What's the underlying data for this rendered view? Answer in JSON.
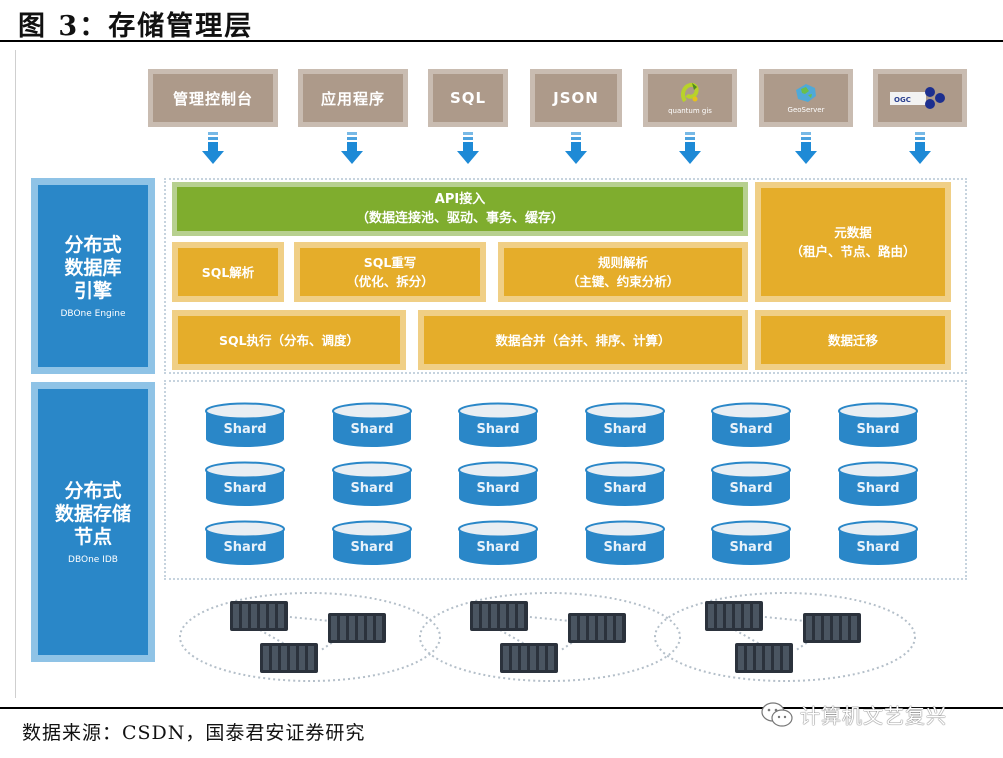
{
  "figure": {
    "title_prefix": "图 ",
    "title_number": "3",
    "title_text": "：存储管理层"
  },
  "clients": [
    {
      "label": "管理控制台",
      "icon": null
    },
    {
      "label": "应用程序",
      "icon": null
    },
    {
      "label": "SQL",
      "icon": null
    },
    {
      "label": "JSON",
      "icon": null
    },
    {
      "label": "quantum gis",
      "icon": "qgis-logo-icon"
    },
    {
      "label": "GeoServer",
      "icon": "geoserver-globe-icon"
    },
    {
      "label": "",
      "icon": "ogc-logo-icon"
    }
  ],
  "engine": {
    "side_label_lines": [
      "分布式",
      "数据库",
      "引擎"
    ],
    "side_label_en": "DBOne Engine",
    "api": {
      "title": "API接入",
      "detail": "（数据连接池、驱动、事务、缓存）"
    },
    "sql_parse": "SQL解析",
    "sql_rewrite": {
      "title": "SQL重写",
      "detail": "（优化、拆分）"
    },
    "rule_parse": {
      "title": "规则解析",
      "detail": "（主键、约束分析）"
    },
    "sql_exec": "SQL执行（分布、调度）",
    "data_merge": "数据合并（合并、排序、计算）",
    "metadata": {
      "title": "元数据",
      "detail": "（租户、节点、路由）"
    },
    "data_migration": "数据迁移"
  },
  "storage": {
    "side_label_lines": [
      "分布式",
      "数据存储",
      "节点"
    ],
    "side_label_en": "DBOne IDB",
    "shard_label": "Shard",
    "rows": 3,
    "cols": 6
  },
  "clusters": {
    "count": 3,
    "servers_per_cluster": 3
  },
  "footer": {
    "source": "数据来源：CSDN，国泰君安证券研究",
    "watermark": "计算机文艺复兴"
  },
  "colors": {
    "client_bg": "#ad9a8a",
    "engine_blue": "#2a87c8",
    "api_green": "#7fad2e",
    "module_orange": "#e5ad2a",
    "shard_blue": "#2a87c8",
    "arrow_blue": "#1e8ad6"
  }
}
